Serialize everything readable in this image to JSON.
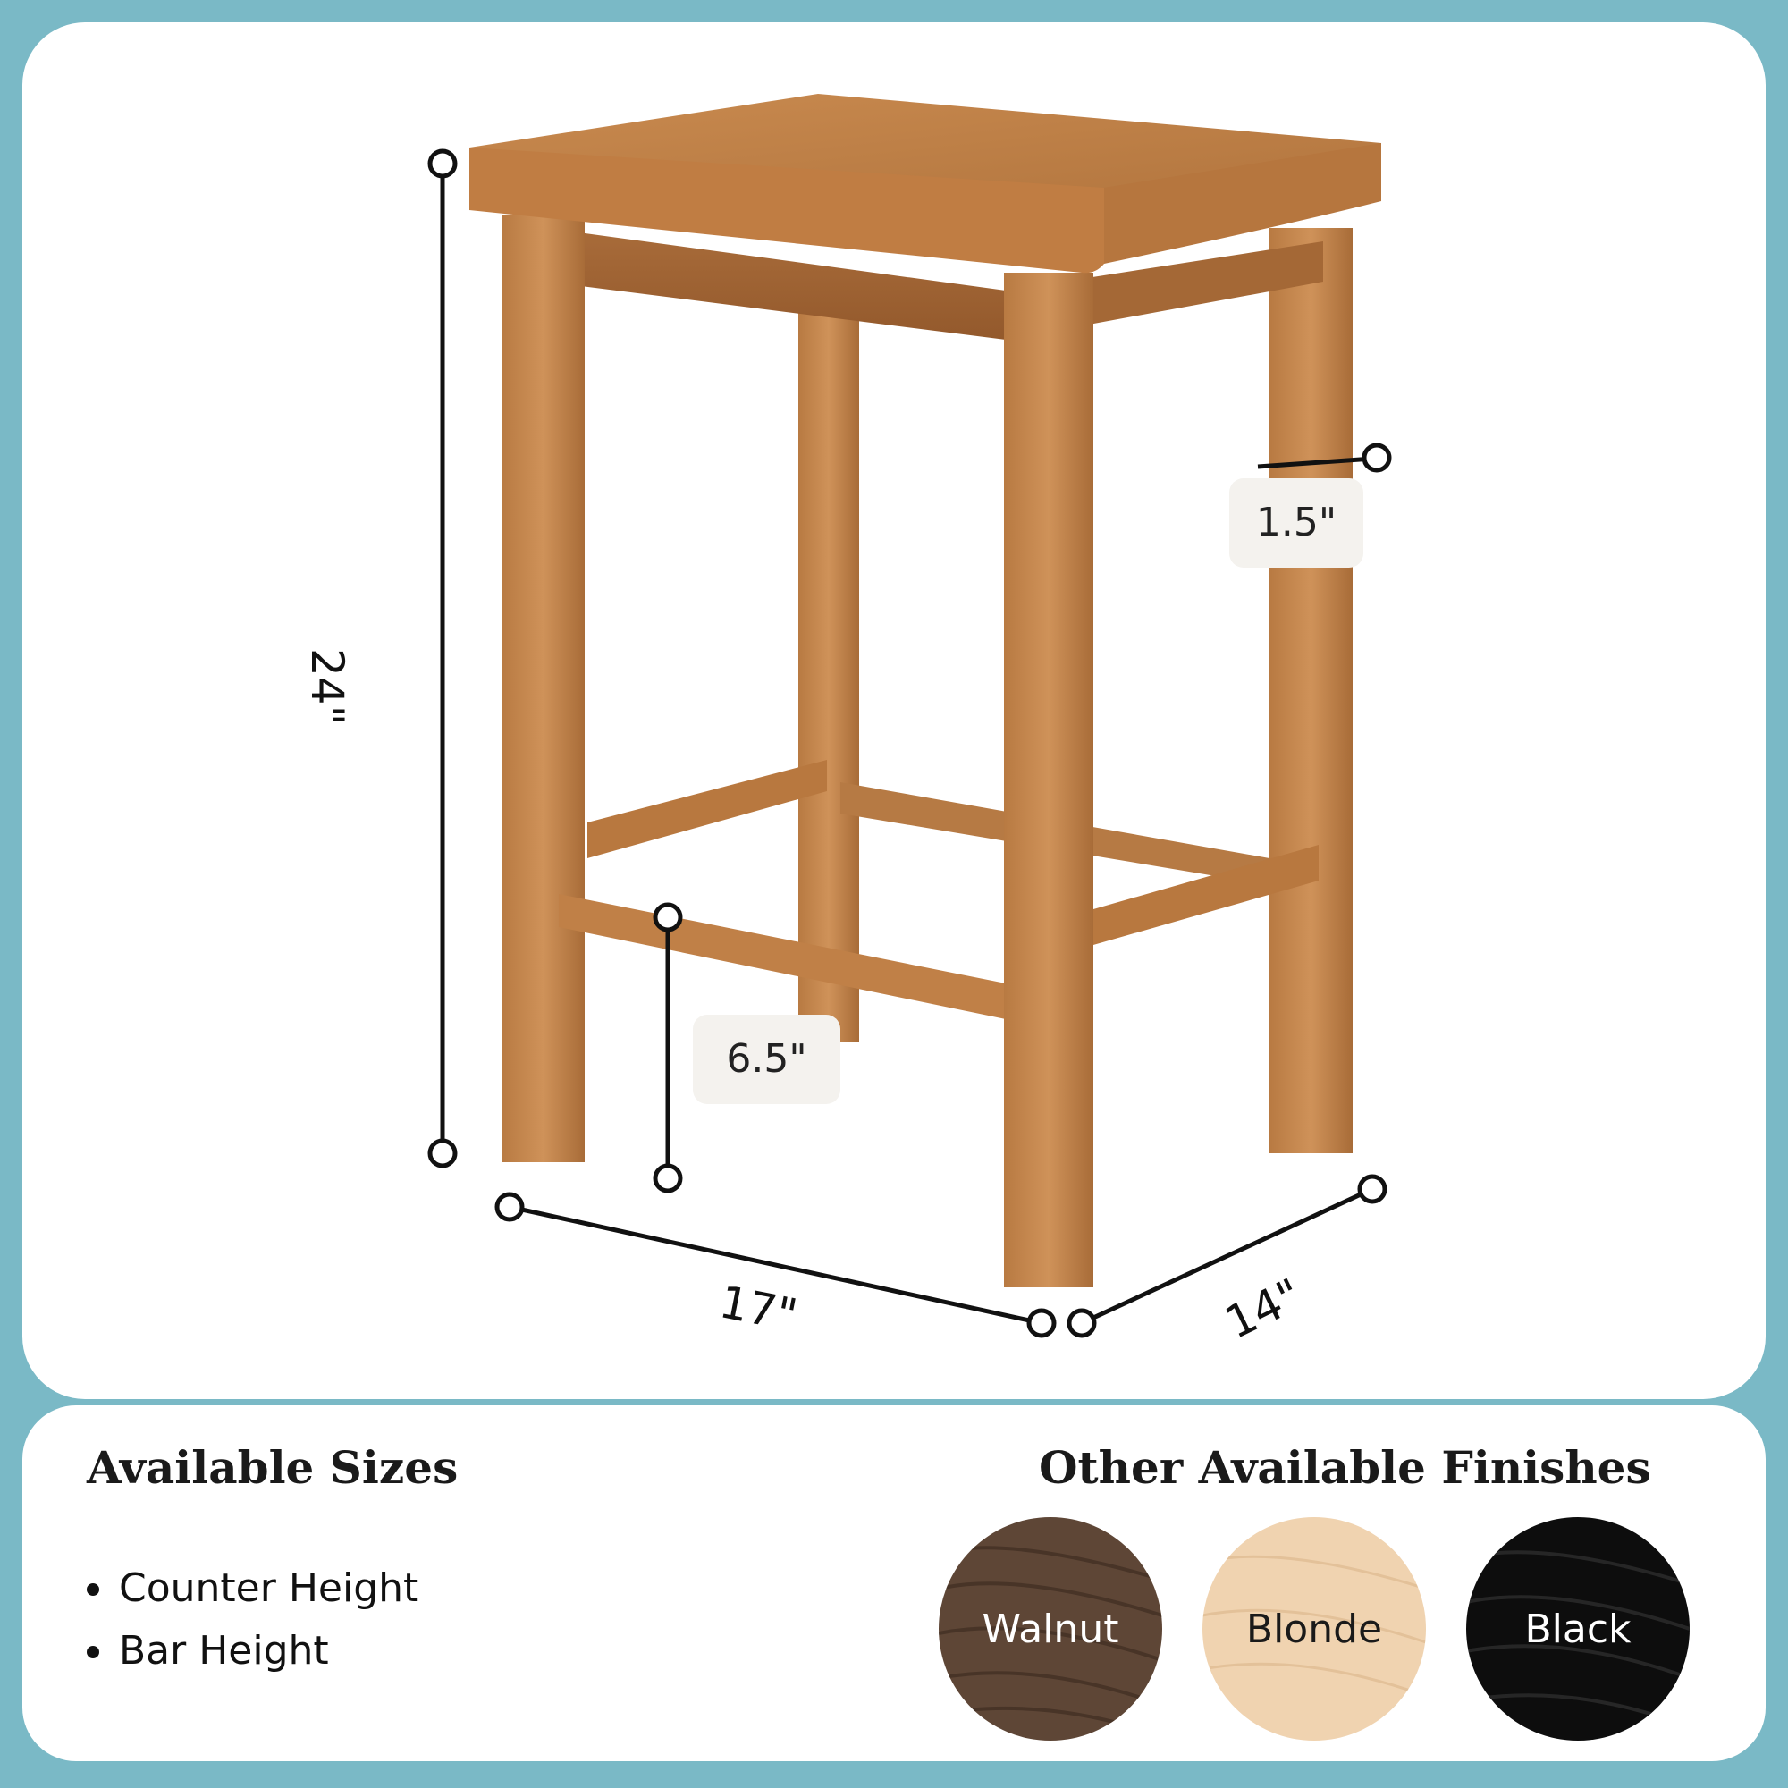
{
  "product": {
    "dimensions": {
      "height": "24\"",
      "width": "17\"",
      "depth": "14\"",
      "leg_thickness": "1.5\"",
      "footrest_height": "6.5\""
    }
  },
  "sizes": {
    "heading": "Available Sizes",
    "items": [
      "Counter Height",
      "Bar Height"
    ]
  },
  "finishes": {
    "heading": "Other Available Finishes",
    "items": [
      {
        "label": "Walnut",
        "color": "#5e4636",
        "text_color": "#ffffff"
      },
      {
        "label": "Blonde",
        "color": "#f0d3b0",
        "text_color": "#1a1a1a"
      },
      {
        "label": "Black",
        "color": "#0d0d0d",
        "text_color": "#ffffff"
      }
    ]
  },
  "colors": {
    "frame": "#7ab9c6",
    "wood_light": "#c88a50",
    "wood_dark": "#9c6232"
  }
}
